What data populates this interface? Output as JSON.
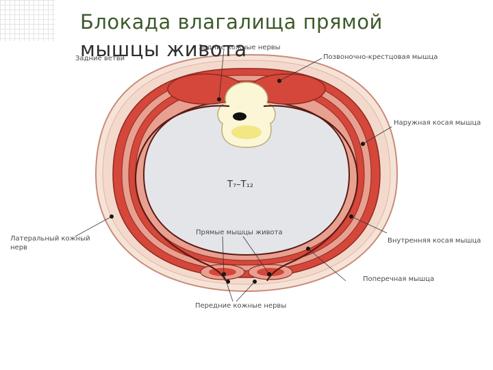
{
  "title": {
    "line1": "Блокада влагалища прямой",
    "line2": "мышцы живота"
  },
  "labels": {
    "posterior_cutaneous_nerves": "Задние кожные нервы",
    "posterior_left": "Задние ветви",
    "erector_spinae": "Позвоночно-крестцовая мышца",
    "external_oblique": "Наружная косая мышца",
    "level": "T₇–T₁₂",
    "rectus": "Прямые мышцы живота",
    "lateral_cutaneous_1": "Латеральный кожный",
    "lateral_cutaneous_2": "нерв",
    "internal_oblique": "Внутренняя косая мышца",
    "transversus": "Поперечная мышца",
    "anterior_cutaneous": "Передние кожные нервы"
  },
  "colors": {
    "muscle": "#d4473a",
    "muscle_light": "#e8a090",
    "skin": "#f3d9cc",
    "cavity": "#e4e5e9",
    "nerve": "#5a1a12",
    "vertebra": "#fbf6d6"
  }
}
